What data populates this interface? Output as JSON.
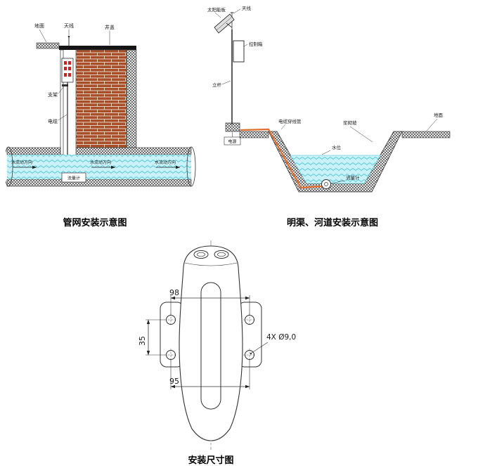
{
  "pipe": {
    "title": "管网安装示意图",
    "labels": {
      "ground": "地面",
      "antenna": "天线",
      "cover": "井盖",
      "bracket": "支架",
      "cable": "电缆",
      "flow_direction": "水流动方向",
      "flowmeter": "流量计"
    }
  },
  "channel": {
    "title": "明渠、河道安装示意图",
    "labels": {
      "solar_panel": "太阳能板",
      "antenna": "天线",
      "control_box": "控制箱",
      "pole": "立杆",
      "power": "电源",
      "cable_conduit": "电缆穿线管",
      "masonry_slope": "浆砌坡",
      "ground": "地面",
      "water_level": "水位",
      "flowmeter": "流量计"
    }
  },
  "dims": {
    "title": "安装尺寸图",
    "dim_top_width": "98",
    "dim_hole_spacing": "35",
    "dim_bottom_width": "95",
    "holes_note": "4X Ø9,0"
  },
  "colors": {
    "brick": "#a84e28",
    "mortar": "#ecdccf",
    "water_fill": "#c9f2f8",
    "water_line": "#3fc0d4",
    "conduit": "#e0702f",
    "hatch": "#3c3c3c"
  }
}
